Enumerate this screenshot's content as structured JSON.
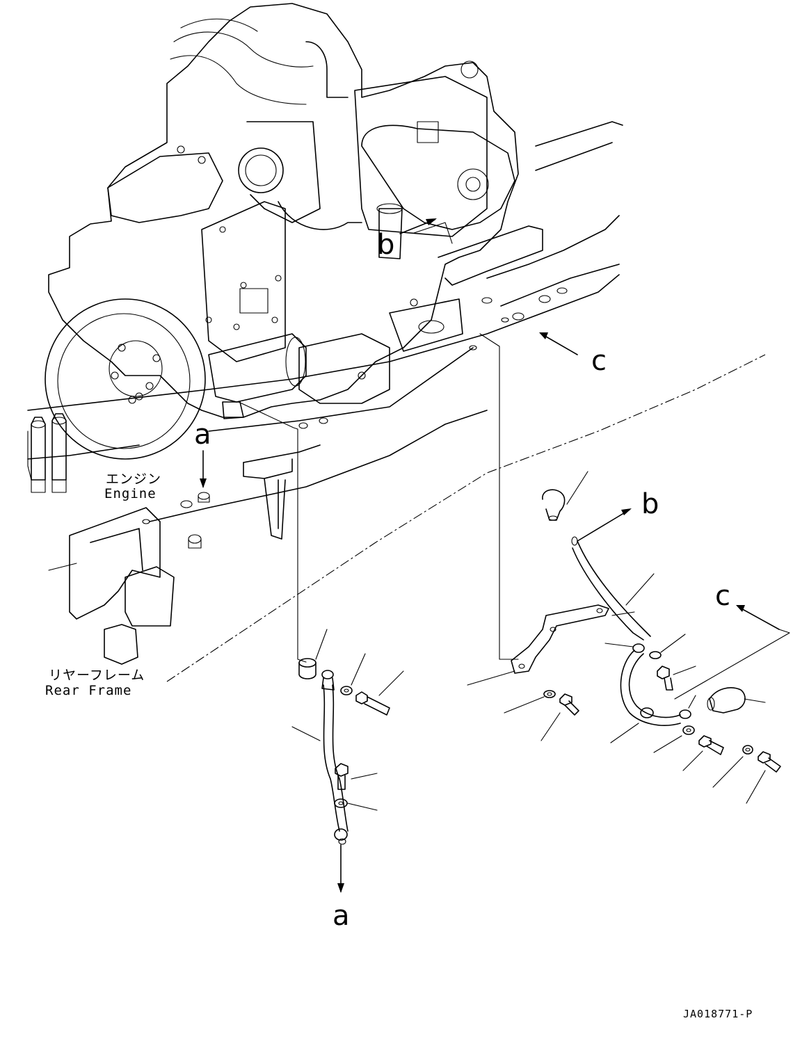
{
  "callouts": {
    "a_top": "a",
    "a_bottom": "a",
    "b_top": "b",
    "b_right": "b",
    "c_top": "c",
    "c_right": "c"
  },
  "labels": {
    "engine_jp": "エンジン",
    "engine_en": "Engine",
    "rear_frame_jp": "リヤーフレーム",
    "rear_frame_en": "Rear Frame"
  },
  "drawing_id": "JA018771-P",
  "colors": {
    "line": "#000000",
    "background": "#ffffff"
  }
}
